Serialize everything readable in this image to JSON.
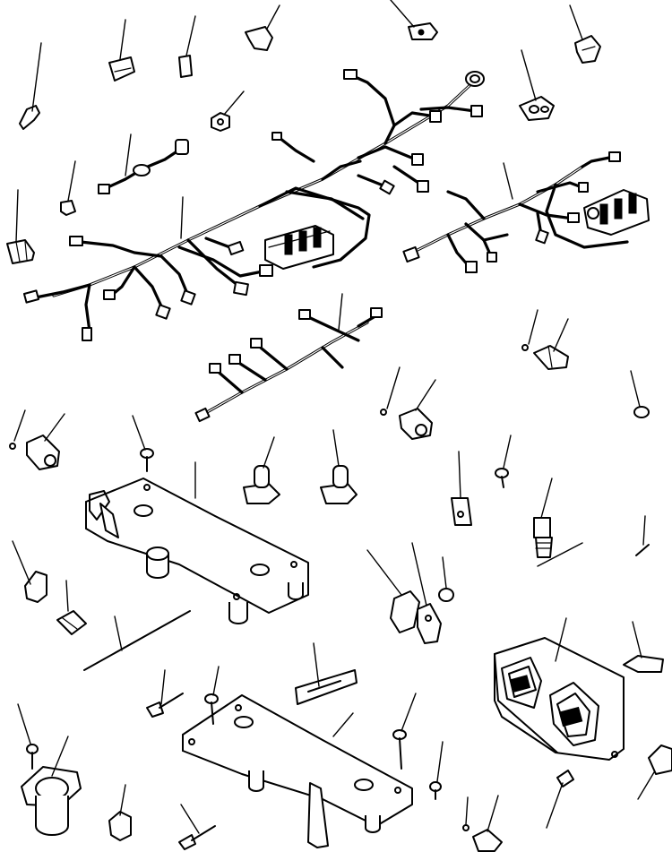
{
  "diagram": {
    "kind": "exploded-parts-view",
    "line_color": "#000000",
    "background": "#ffffff",
    "parts": [
      "bracket",
      "clip",
      "clip",
      "bracket",
      "clamp",
      "bracket",
      "bracket",
      "nut",
      "wiring-harness",
      "sensor-lead",
      "grommet",
      "sensor",
      "wiring-harness",
      "wiring-harness",
      "switch",
      "switch",
      "bolt",
      "sensor",
      "mounting-plate",
      "rubber-mount",
      "rubber-mount",
      "plate-tab",
      "pin",
      "temperature-sensor",
      "screw",
      "clip",
      "bolt",
      "cable-tie",
      "clamp",
      "spacer-plate",
      "nut",
      "label-plate",
      "controller",
      "bracket",
      "bolt",
      "bolt",
      "mounting-plate",
      "bolt",
      "bolt",
      "clip",
      "horn",
      "clip",
      "bolt",
      "sensor",
      "bolt",
      "clip"
    ]
  }
}
